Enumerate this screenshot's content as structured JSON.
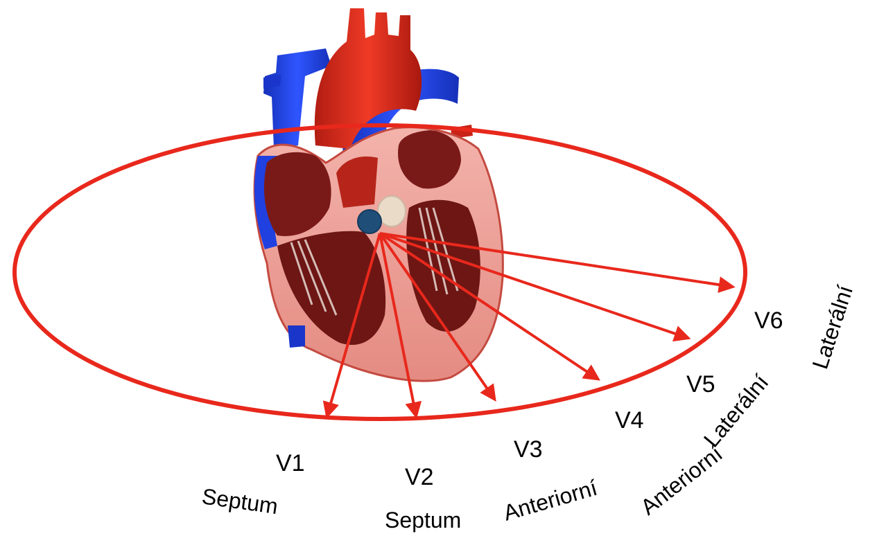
{
  "colors": {
    "ellipse": "#e8281c",
    "arrow": "#e8281c",
    "node": "#1f4e79",
    "vein_blue": "#1d3fe0",
    "artery_red": "#d92a1a",
    "myocardium": "#e99a92",
    "chamber": "#7a1a18"
  },
  "leads": {
    "v1": "V1",
    "v2": "V2",
    "v3": "V3",
    "v4": "V4",
    "v5": "V5",
    "v6": "V6"
  },
  "regions": {
    "septum_1": "Septum",
    "septum_2": "Septum",
    "anterior_1": "Anteriorní",
    "anterior_2": "Anteriorní",
    "lateral_1": "Laterální",
    "lateral_2": "Laterální"
  }
}
